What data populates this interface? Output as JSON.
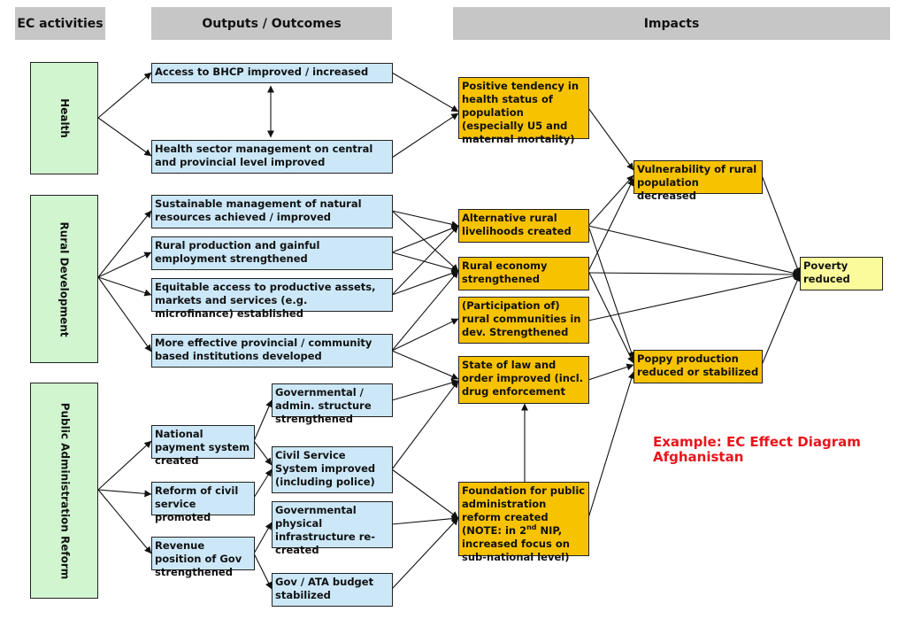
{
  "headers": {
    "activities": "EC activities",
    "outputs": "Outputs / Outcomes",
    "impacts": "Impacts"
  },
  "activities": {
    "health": "Health",
    "rural": "Rural Development",
    "par": "Public Administration Reform"
  },
  "outputs": {
    "bhcp": "Access to BHCP improved / increased",
    "hsm": "Health sector management on central and provincial level improved",
    "nrm": "Sustainable management of natural resources achieved / improved",
    "rpe": "Rural production and gainful employment strengthened",
    "eq": "Equitable access to productive assets, markets and services (e.g. microfinance) established",
    "pci": "More effective provincial / community based institutions developed",
    "nps": "National payment system created",
    "rcs": "Reform of civil service promoted",
    "rev": "Revenue position of Gov strengthened",
    "gas": "Governmental / admin. structure strengthened",
    "css": "Civil Service System improved (including police)",
    "gpi": "Governmental physical infrastructure re-created",
    "ata": "Gov / ATA budget stabilized"
  },
  "impacts1": {
    "health": "Positive tendency in health status of population (especially U5 and maternal mortality)",
    "alt": "Alternative rural livelihoods created",
    "reco": "Rural economy strengthened",
    "part": "(Participation of) rural communities in dev. Strengthened",
    "law": "State of law and order improved (incl. drug enforcement",
    "found_pre": "Foundation for public administration reform created (NOTE: in 2",
    "found_sup": "nd",
    "found_post": " NIP, increased focus on sub-national level)"
  },
  "impacts2": {
    "vuln": "Vulnerability of rural population decreased",
    "poppy": "Poppy production reduced or stabilized"
  },
  "final": {
    "poverty": "Poverty reduced"
  },
  "example": {
    "line1": "Example: EC Effect Diagram",
    "line2": "Afghanistan"
  },
  "colors": {
    "header": "#c6c6c6",
    "activity": "#d0f5cf",
    "output": "#cce8f8",
    "impact": "#f7c200",
    "final": "#fbfb9c",
    "example_text": "#e8141c"
  }
}
